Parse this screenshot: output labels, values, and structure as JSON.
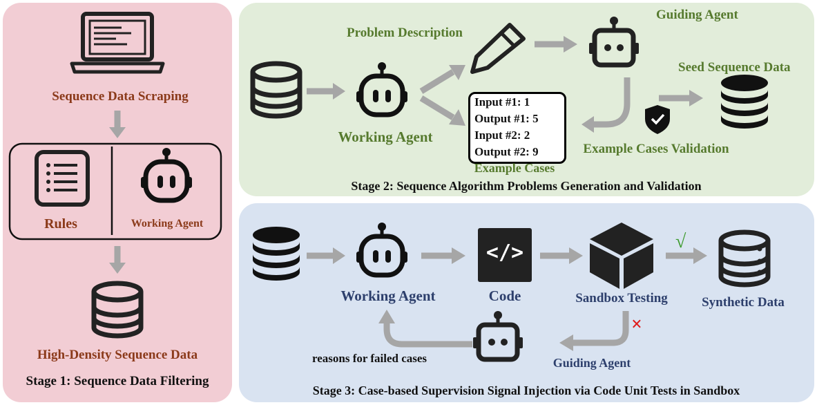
{
  "stage1": {
    "title": "Stage 1: Sequence Data Filtering",
    "scraping": "Sequence Data Scraping",
    "rules": "Rules",
    "working_agent": "Working Agent",
    "output": "High-Density Sequence Data"
  },
  "stage2": {
    "title": "Stage 2: Sequence Algorithm Problems Generation and Validation",
    "problem_description": "Problem Description",
    "guiding_agent": "Guiding Agent",
    "seed_data": "Seed Sequence Data",
    "working_agent": "Working Agent",
    "example_cases": "Example Cases",
    "validation": "Example Cases Validation",
    "cases": [
      "Input #1: 1",
      "Output #1: 5",
      "Input #2: 2",
      "Output #2: 9"
    ]
  },
  "stage3": {
    "title": "Stage 3: Case-based Supervision Signal Injection via Code Unit Tests in Sandbox",
    "working_agent": "Working Agent",
    "code": "Code",
    "code_symbol": "</>",
    "sandbox": "Sandbox Testing",
    "synthetic": "Synthetic Data",
    "guiding_agent": "Guiding Agent",
    "reasons": "reasons for failed cases",
    "pass_mark": "√",
    "fail_mark": "×"
  },
  "colors": {
    "stage1_bg": "#f2cdd4",
    "stage2_bg": "#e2edda",
    "stage3_bg": "#d9e3f1",
    "arrow": "#a6a6a6",
    "pass": "#3c9a2c",
    "fail": "#e01b1b"
  },
  "icons": [
    "laptop-icon",
    "database-icon",
    "robot-icon",
    "rules-list-icon",
    "pencil-icon",
    "shield-check-icon",
    "sandbox-cube-icon",
    "code-icon"
  ]
}
